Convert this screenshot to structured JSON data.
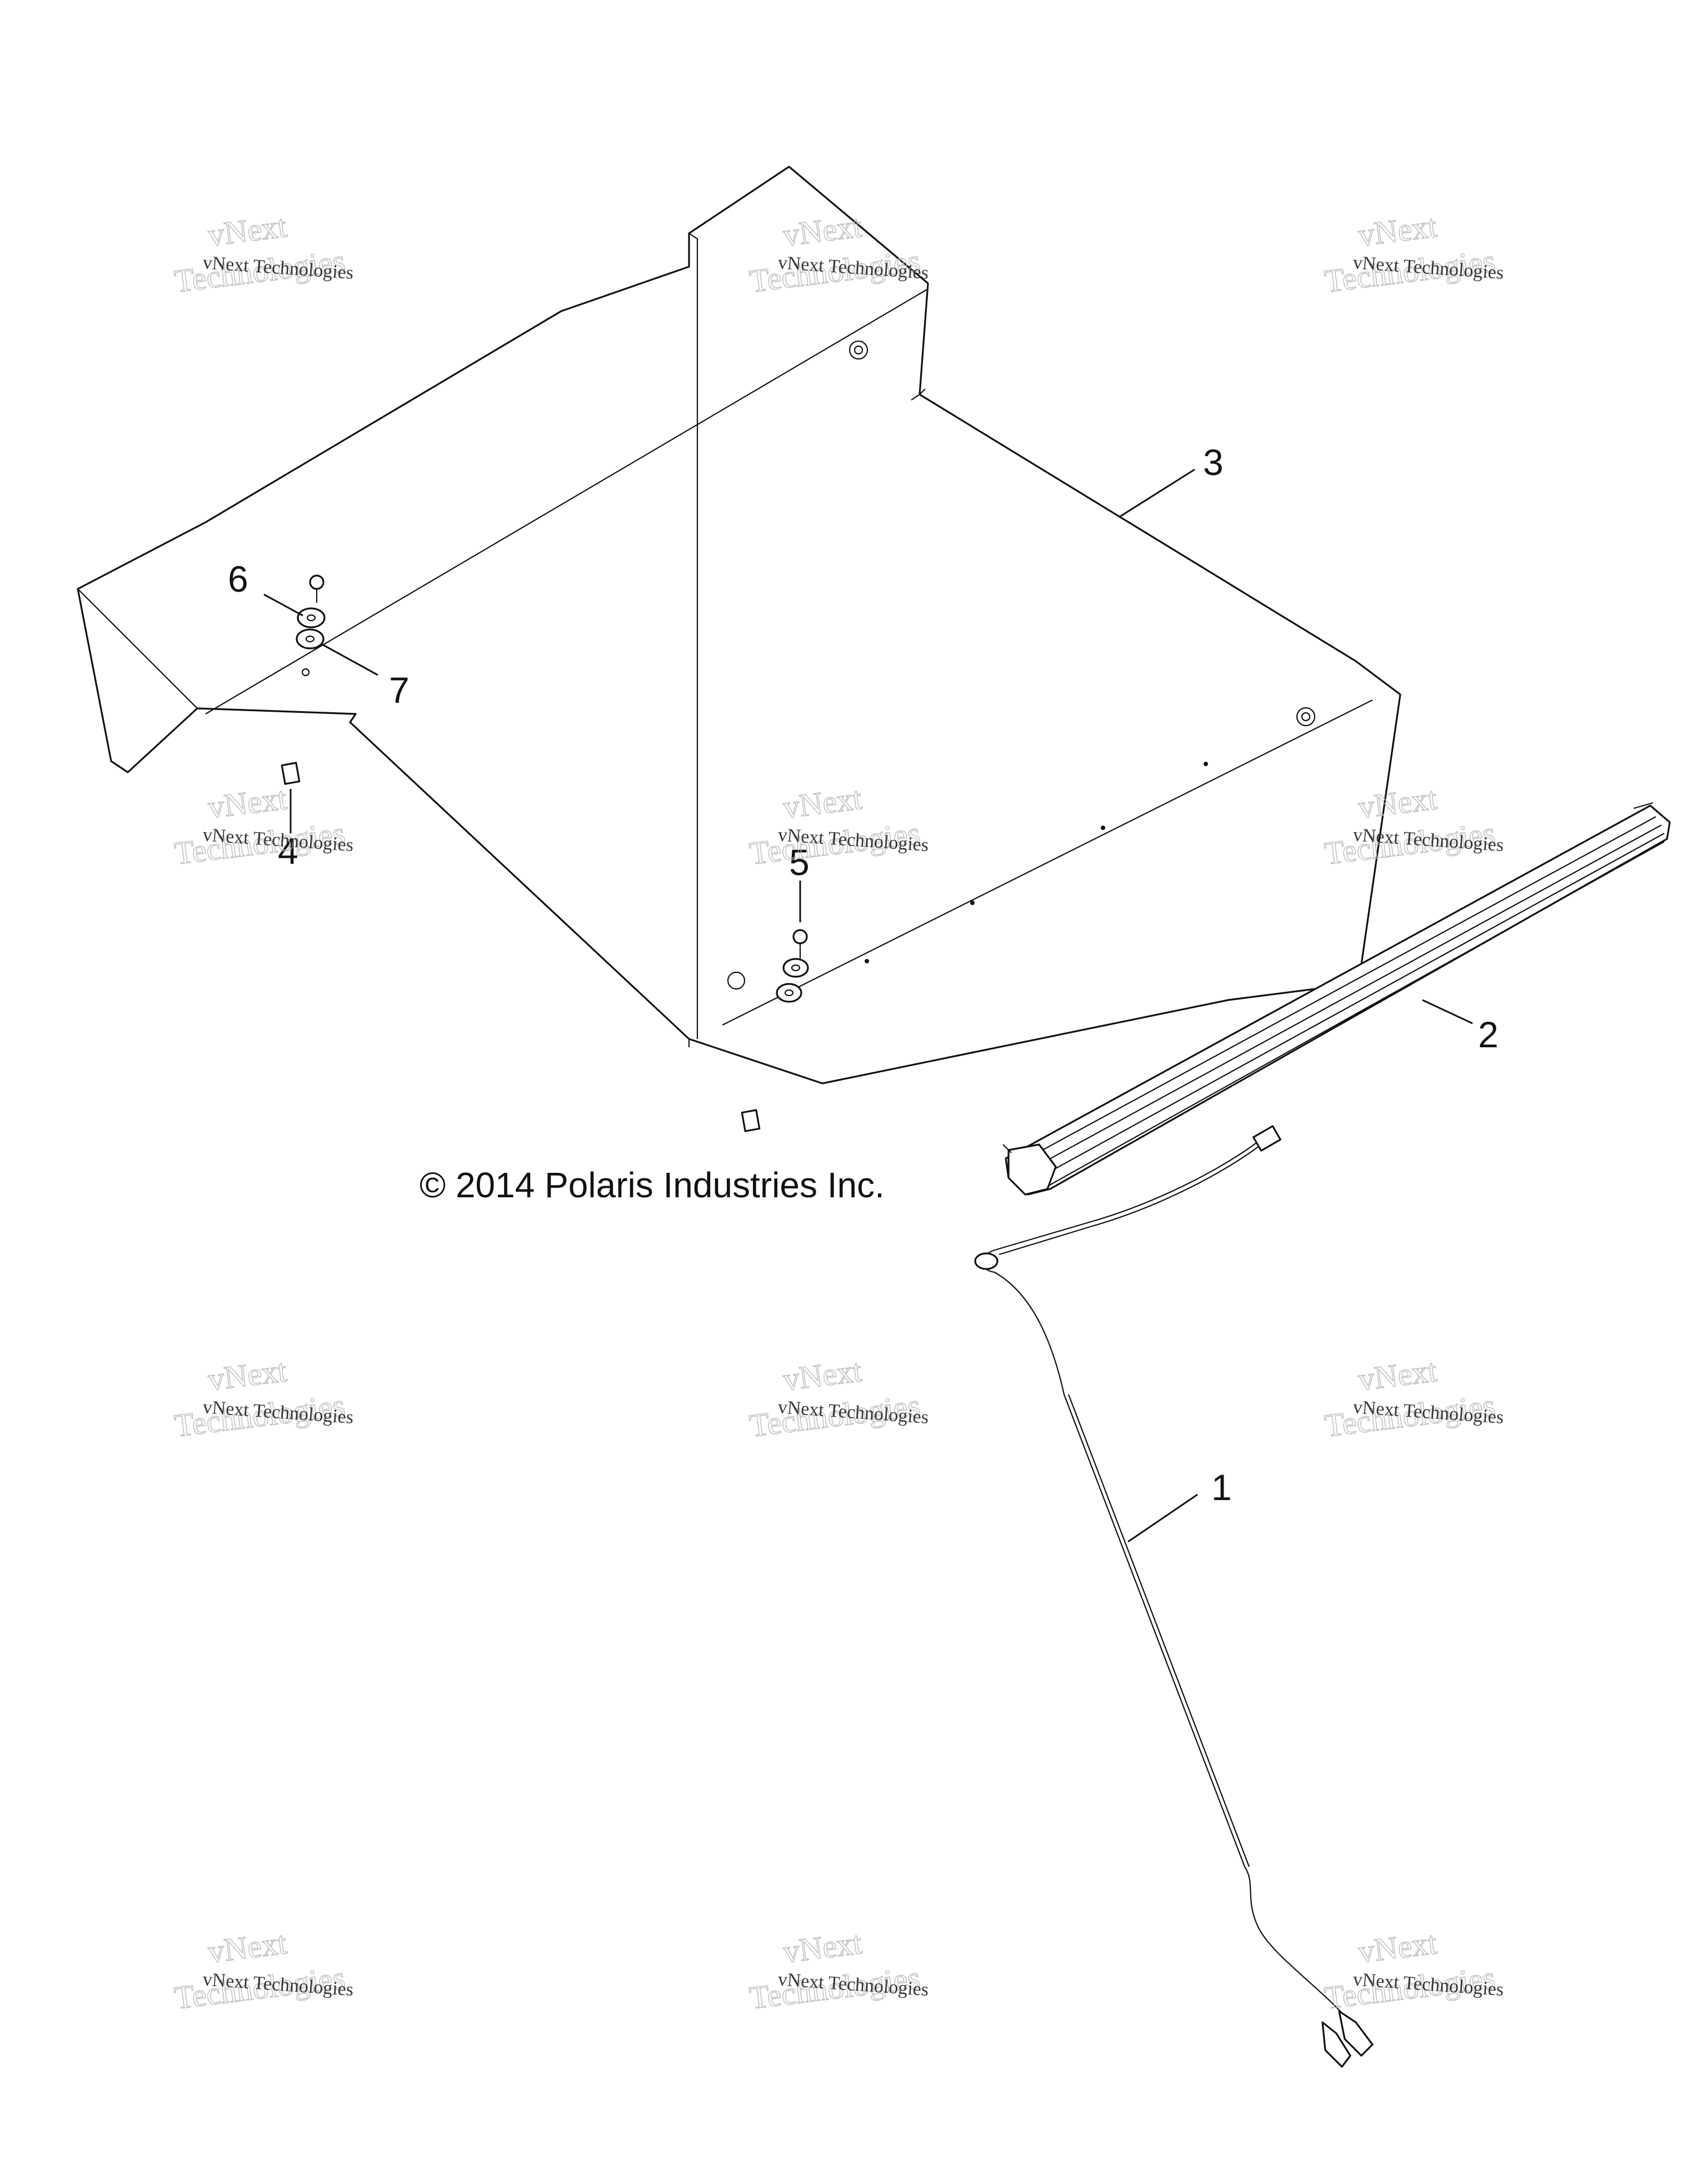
{
  "callouts": [
    {
      "id": "1",
      "label": "1"
    },
    {
      "id": "2",
      "label": "2"
    },
    {
      "id": "3",
      "label": "3"
    },
    {
      "id": "4",
      "label": "4"
    },
    {
      "id": "5",
      "label": "5"
    },
    {
      "id": "6",
      "label": "6"
    },
    {
      "id": "7",
      "label": "7"
    }
  ],
  "copyright": "© 2014 Polaris Industries Inc.",
  "watermark": {
    "line_small": "vNext Technologies",
    "line_big_1": "vNext",
    "line_big_2": "Technologies"
  }
}
